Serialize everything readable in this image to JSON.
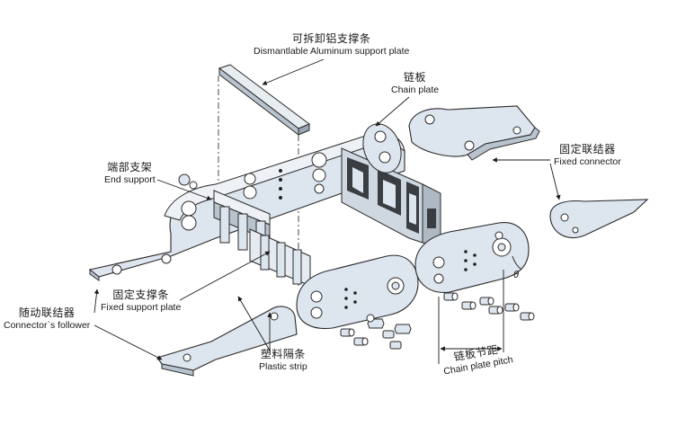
{
  "labels": {
    "dismantlable_plate": {
      "cn": "可拆卸铝支撑条",
      "en": "Dismantlable Aluminum support plate"
    },
    "chain_plate": {
      "cn": "链板",
      "en": "Chain plate"
    },
    "fixed_connector": {
      "cn": "固定联结器",
      "en": "Fixed connector"
    },
    "end_support": {
      "cn": "端部支架",
      "en": "End support"
    },
    "fixed_support_plate": {
      "cn": "固定支撑条",
      "en": "Fixed support plate"
    },
    "connectors_follower": {
      "cn": "随动联结器",
      "en": "Connector`s follower"
    },
    "plastic_strip": {
      "cn": "塑料隔条",
      "en": "Plastic strip"
    },
    "chain_plate_pitch": {
      "cn": "链板节距",
      "en": "Chain plate pitch"
    },
    "angle_symbol": "θ"
  },
  "colors": {
    "plate_fill": "#dde5ee",
    "plate_fill_light": "#eaf0f6",
    "outline": "#2a2a2a",
    "hole_fill": "#ffffff",
    "dark_part": "#3a3d42"
  }
}
